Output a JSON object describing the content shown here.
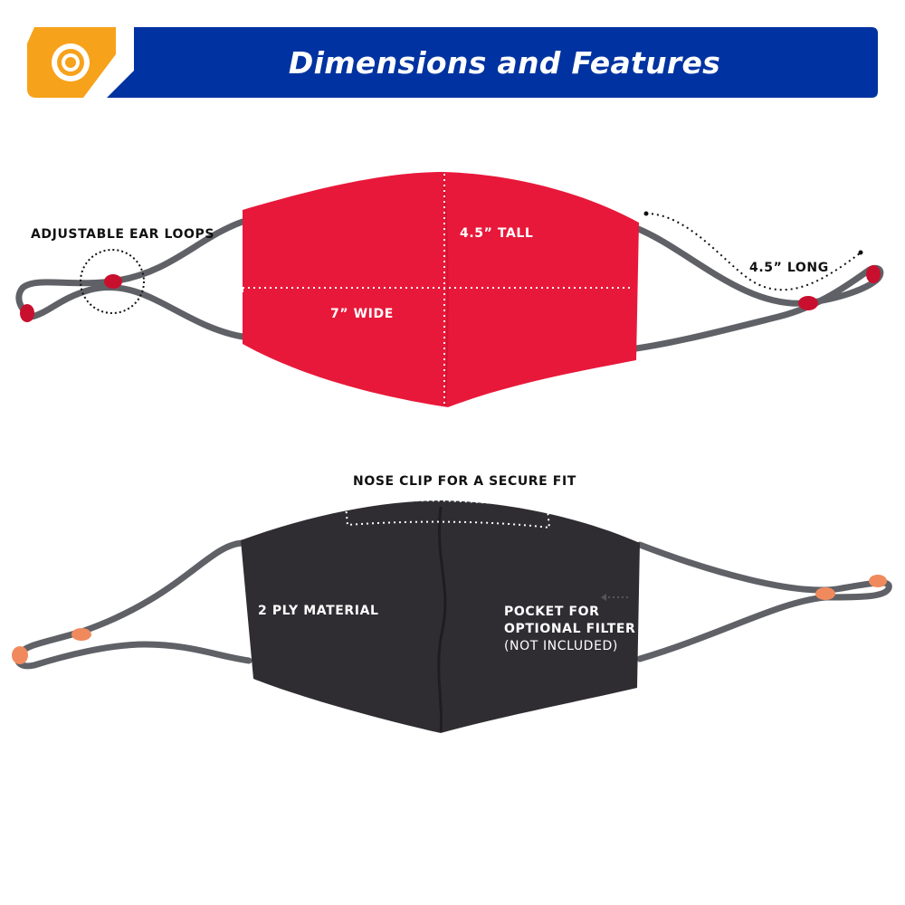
{
  "header": {
    "title": "Dimensions and Features",
    "logo_icon": "target-tag-icon",
    "colors": {
      "banner": "#0033a1",
      "tag": "#f7a21b"
    }
  },
  "front_view": {
    "mask_color": "#e8183a",
    "strap_color": "#5f6167",
    "toggle_color": "#c8102e",
    "labels": {
      "ear_loops": "ADJUSTABLE EAR LOOPS",
      "height": "4.5” TALL",
      "width": "7” WIDE",
      "loop_length": "4.5” LONG"
    }
  },
  "back_view": {
    "mask_color": "#2f2d32",
    "strap_color": "#5f6167",
    "toggle_color": "#f08a5d",
    "labels": {
      "nose_clip": "NOSE CLIP FOR A SECURE FIT",
      "material": "2 PLY MATERIAL",
      "pocket_line1": "POCKET FOR",
      "pocket_line2": "OPTIONAL FILTER",
      "pocket_note": "(NOT INCLUDED)"
    }
  }
}
